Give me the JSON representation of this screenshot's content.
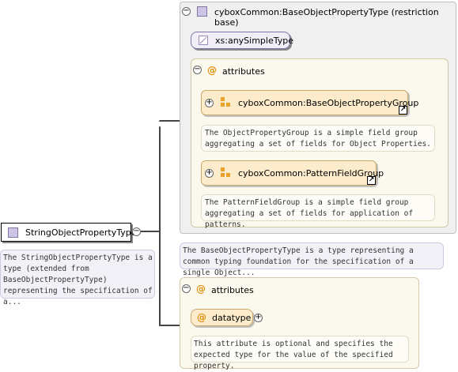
{
  "root": {
    "name": "StringObjectPropertyType",
    "description": "The StringObjectPropertyType is a type (extended from BaseObjectPropertyType) representing the specification of a..."
  },
  "base": {
    "title": "cyboxCommon:BaseObjectPropertyType (restriction base)",
    "simple_type": "xs:anySimpleType",
    "attributes_label": "attributes",
    "groups": [
      {
        "name": "cyboxCommon:BaseObjectPropertyGroup",
        "description": "The ObjectPropertyGroup is a simple field group aggregating a set of fields for Object Properties."
      },
      {
        "name": "cyboxCommon:PatternFieldGroup",
        "description": "The PatternFieldGroup is a simple field group aggregating a set of fields for application of patterns."
      }
    ],
    "description": "The BaseObjectPropertyType is a type representing a common typing foundation for the specification of a single Object..."
  },
  "own_attributes": {
    "label": "attributes",
    "attribute": {
      "name": "datatype",
      "description": "This attribute is optional and specifies the expected type for the value of the specified property."
    }
  },
  "icons": {
    "collapse": "⊖",
    "expand": "⊕",
    "attribute_symbol": "@",
    "link_arrow": "↗"
  },
  "colors": {
    "type_icon": "#cdc4e6",
    "attr_group_bg": "#fdeccb",
    "attr_symbol": "#e0900a"
  }
}
